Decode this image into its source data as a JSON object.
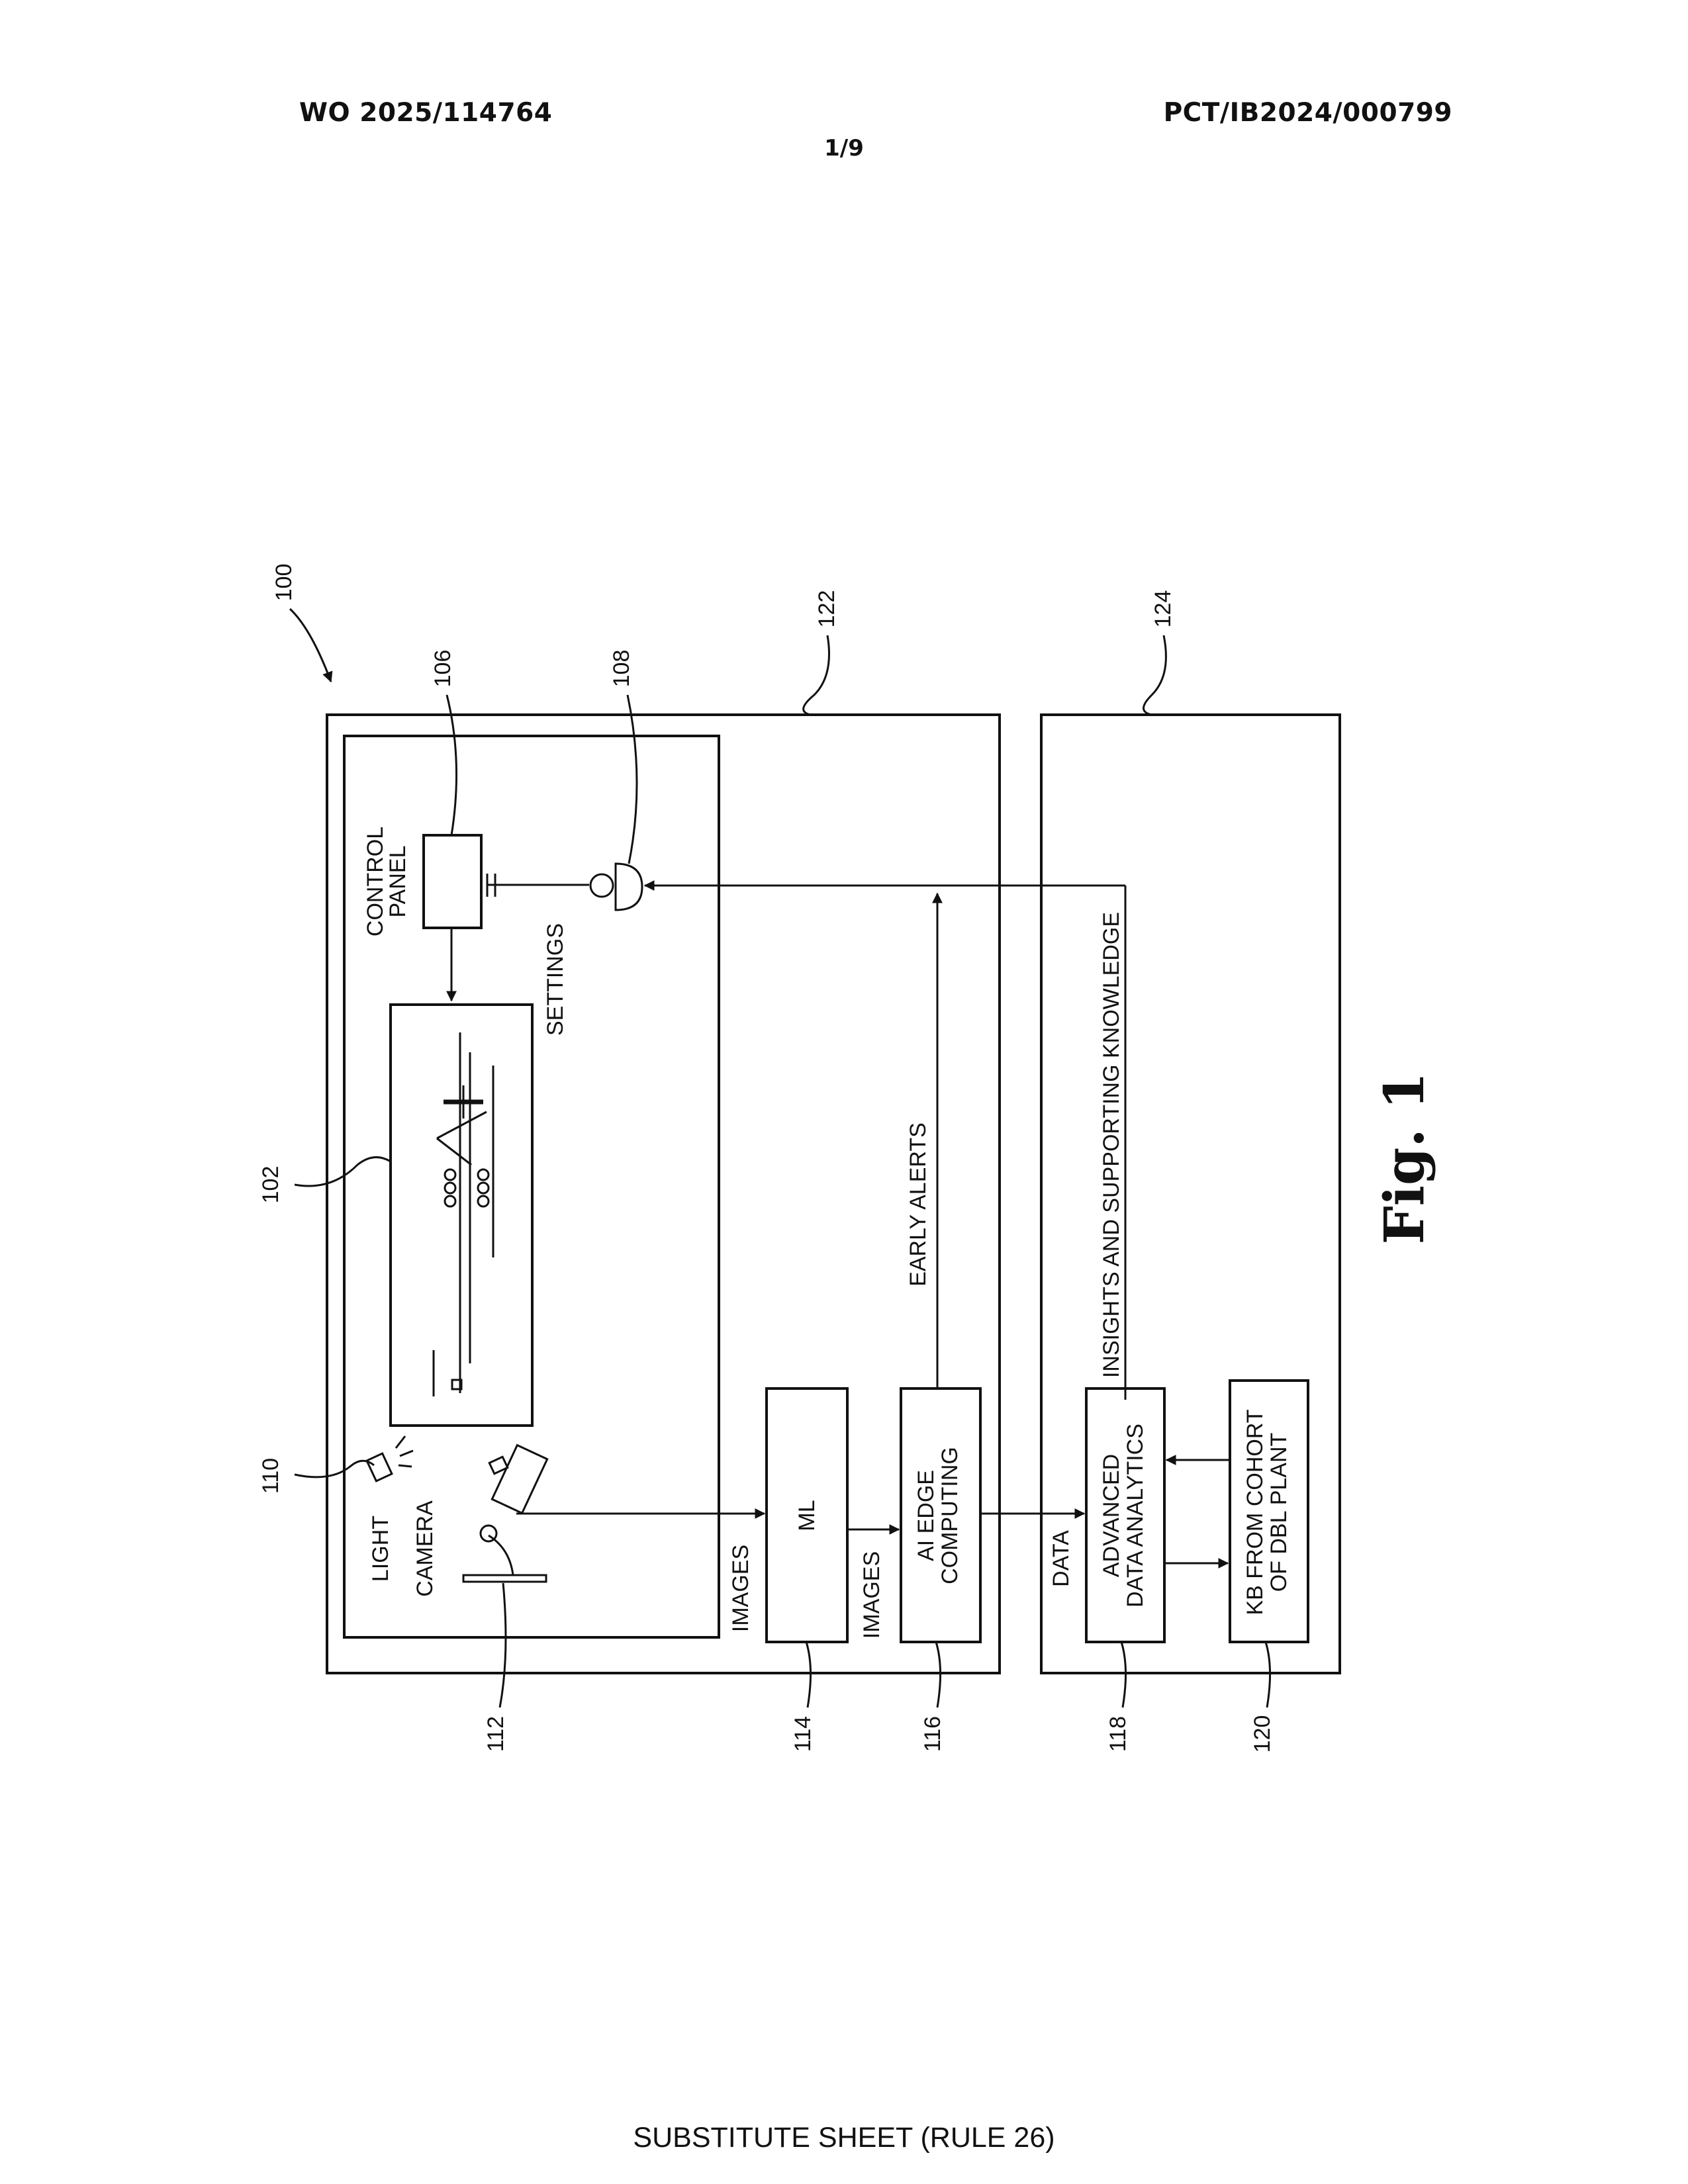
{
  "header": {
    "publication_number": "WO 2025/114764",
    "application_number": "PCT/IB2024/000799",
    "sheet": "1/9"
  },
  "footer": "SUBSTITUTE SHEET (RULE 26)",
  "figure": {
    "caption": "Fig. 1",
    "refs": {
      "system": "100",
      "plant": "102",
      "control_panel": "106",
      "operator": "108",
      "light": "110",
      "camera": "112",
      "ml": "114",
      "edge": "116",
      "analytics": "118",
      "kb": "120",
      "local_box": "122",
      "remote_box": "124"
    },
    "labels": {
      "control_panel": [
        "CONTROL",
        "PANEL"
      ],
      "settings": "SETTINGS",
      "light": "LIGHT",
      "camera": "CAMERA",
      "images_1": "IMAGES",
      "images_2": "IMAGES",
      "ml": "ML",
      "edge": [
        "AI EDGE",
        "COMPUTING"
      ],
      "early_alerts": "EARLY ALERTS",
      "data": "DATA",
      "analytics": [
        "ADVANCED",
        "DATA ANALYTICS"
      ],
      "kb": [
        "KB FROM COHORT",
        "OF DBL PLANT"
      ],
      "insights": "INSIGHTS AND SUPPORTING KNOWLEDGE"
    }
  }
}
